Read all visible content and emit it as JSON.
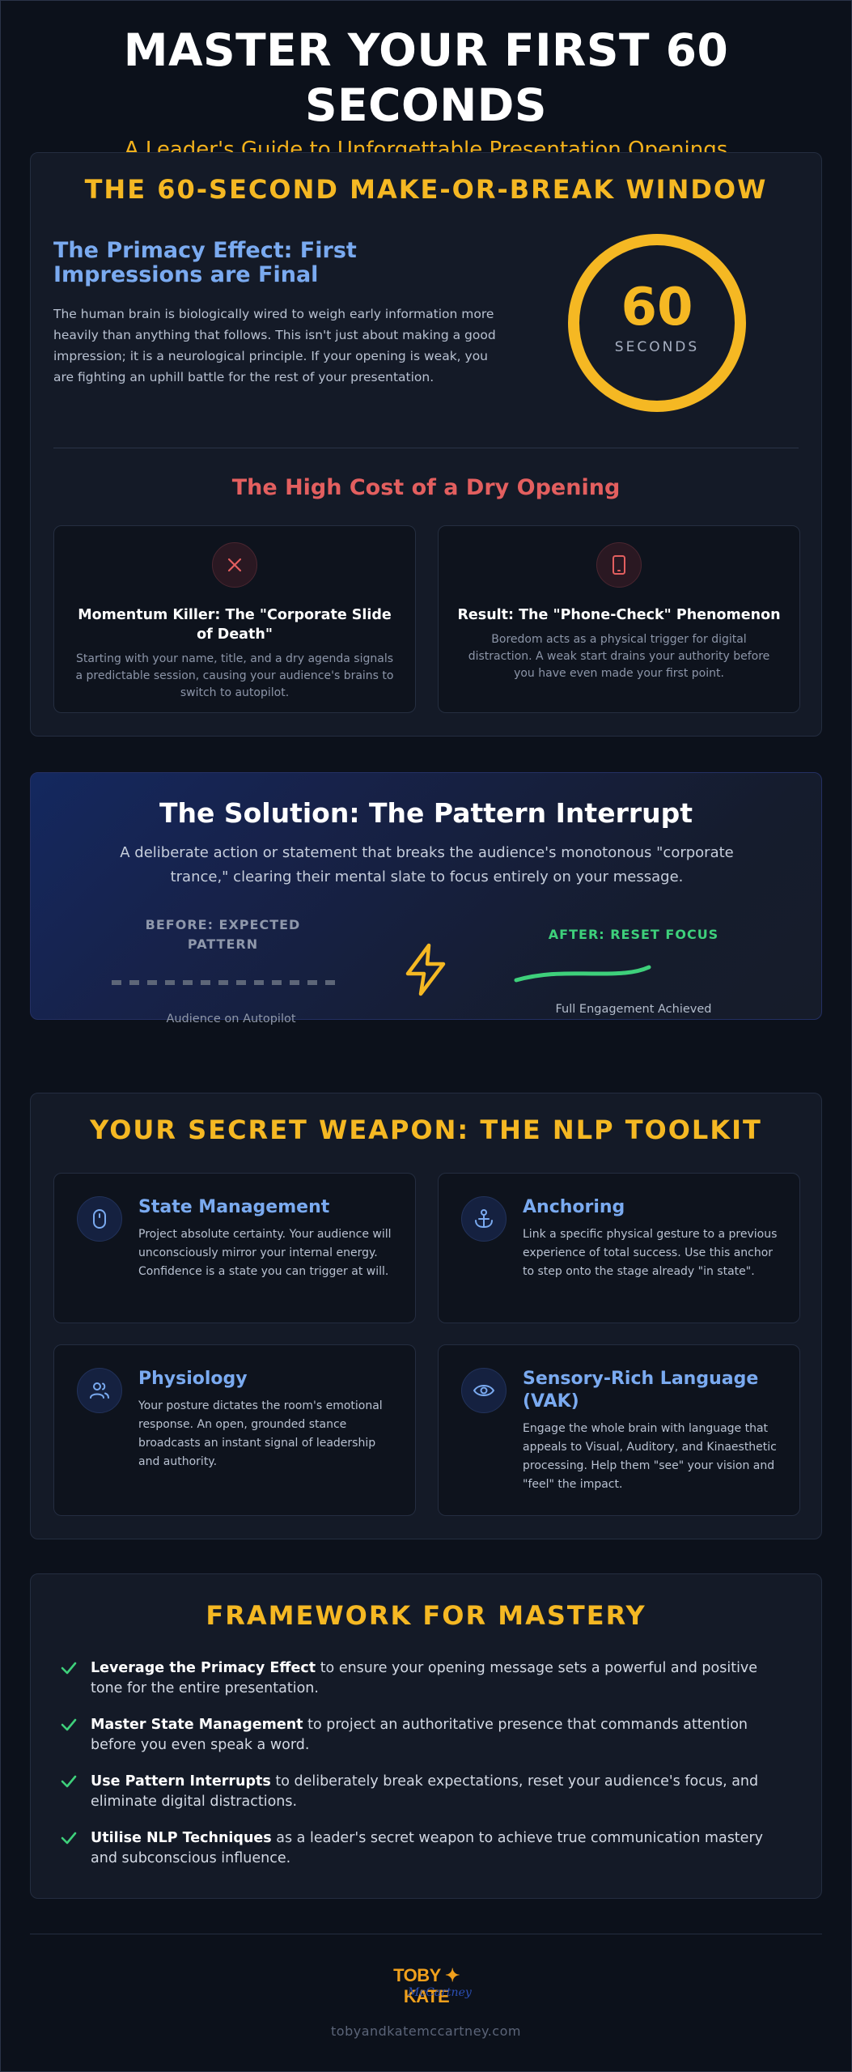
{
  "header": {
    "title": "MASTER YOUR FIRST 60 SECONDS",
    "subtitle": "A Leader's Guide to Unforgettable Presentation Openings"
  },
  "window": {
    "heading": "THE 60-SECOND MAKE-OR-BREAK WINDOW",
    "primacy_title": "The Primacy Effect: First Impressions are Final",
    "primacy_text": "The human brain is biologically wired to weigh early information more heavily than anything that follows. This isn't just about making a good impression; it is a neurological principle. If your opening is weak, you are fighting an uphill battle for the rest of your presentation.",
    "ring_number": "60",
    "ring_label": "SECONDS",
    "cost_heading": "The High Cost of a Dry Opening",
    "costs": [
      {
        "icon": "x-icon",
        "title": "Momentum Killer: The \"Corporate Slide of Death\"",
        "text": "Starting with your name, title, and a dry agenda signals a predictable session, causing your audience's brains to switch to autopilot."
      },
      {
        "icon": "phone-icon",
        "title": "Result: The \"Phone-Check\" Phenomenon",
        "text": "Boredom acts as a physical trigger for digital distraction. A weak start drains your authority before you have even made your first point."
      }
    ]
  },
  "solution": {
    "title": "The Solution: The Pattern Interrupt",
    "text": "A deliberate action or statement that breaks the audience's monotonous \"corporate trance,\" clearing their mental slate to focus entirely on your message.",
    "before_label": "BEFORE: EXPECTED PATTERN",
    "before_caption": "Audience on Autopilot",
    "after_label": "AFTER: RESET FOCUS",
    "after_caption": "Full Engagement Achieved"
  },
  "toolkit": {
    "heading": "YOUR SECRET WEAPON: THE NLP TOOLKIT",
    "items": [
      {
        "icon": "mouse-icon",
        "title": "State Management",
        "text": "Project absolute certainty. Your audience will unconsciously mirror your internal energy. Confidence is a state you can trigger at will."
      },
      {
        "icon": "anchor-icon",
        "title": "Anchoring",
        "text": "Link a specific physical gesture to a previous experience of total success. Use this anchor to step onto the stage already \"in state\"."
      },
      {
        "icon": "users-icon",
        "title": "Physiology",
        "text": "Your posture dictates the room's emotional response. An open, grounded stance broadcasts an instant signal of leadership and authority."
      },
      {
        "icon": "eye-icon",
        "title": "Sensory-Rich Language (VAK)",
        "text": "Engage the whole brain with language that appeals to Visual, Auditory, and Kinaesthetic processing. Help them \"see\" your vision and \"feel\" the impact."
      }
    ]
  },
  "framework": {
    "heading": "FRAMEWORK FOR MASTERY",
    "items": [
      {
        "bold": "Leverage the Primacy Effect",
        "rest": " to ensure your opening message sets a powerful and positive tone for the entire presentation."
      },
      {
        "bold": "Master State Management",
        "rest": " to project an authoritative presence that commands attention before you even speak a word."
      },
      {
        "bold": "Use Pattern Interrupts",
        "rest": " to deliberately break expectations, reset your audience's focus, and eliminate digital distractions."
      },
      {
        "bold": "Utilise NLP Techniques",
        "rest": " as a leader's secret weapon to achieve true communication mastery and subconscious influence."
      }
    ]
  },
  "footer": {
    "logo_text": "TOBY ✦ KATE",
    "logo_signature": "McCartney",
    "website": "tobyandkatemccartney.com"
  },
  "colors": {
    "accent_gold": "#f5b823",
    "accent_blue": "#7aaaf0",
    "accent_red": "#e35f5f",
    "accent_green": "#3ed07b",
    "background": "#0c111b"
  }
}
